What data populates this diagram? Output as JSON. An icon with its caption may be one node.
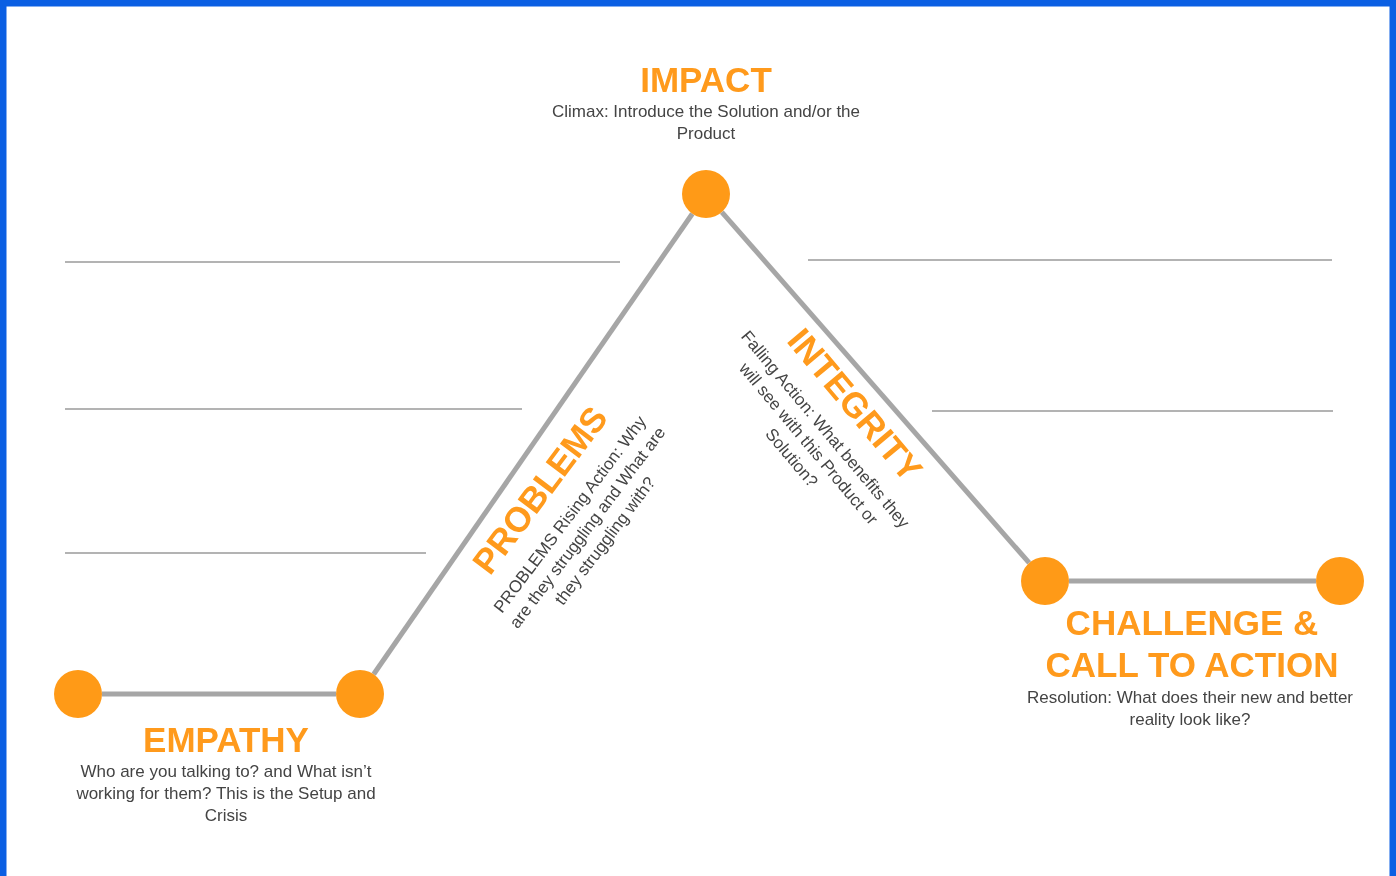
{
  "diagram": {
    "nodes": [
      {
        "text": [],
        "shape": "circle"
      },
      {
        "text": [],
        "shape": "circle"
      },
      {
        "text": [],
        "shape": "circle"
      },
      {
        "text": [],
        "shape": "circle"
      },
      {
        "text": [],
        "shape": "circle"
      }
    ],
    "edges": [
      {
        "from": 0,
        "to": 1,
        "arrow": "none"
      },
      {
        "from": 1,
        "to": 2,
        "arrow": "none"
      },
      {
        "from": 2,
        "to": 3,
        "arrow": "none"
      },
      {
        "from": 3,
        "to": 4,
        "arrow": "none"
      }
    ],
    "labels": [
      "IMPACT",
      "Climax: Introduce the Solution and/or the Product",
      "INTEGRITY",
      "Falling Action: What benefits they will see with this Product or Solution?",
      "PROBLEMS",
      "PROBLEMS Rising Action: Why are they struggling and What are they struggling with?",
      "CHALLENGE & CALL TO ACTION",
      "Resolution: What does their new and better reality look like?",
      "EMPATHY",
      "Who are you talking to? and What isn’t working for them? This is the Setup and Crisis"
    ]
  }
}
